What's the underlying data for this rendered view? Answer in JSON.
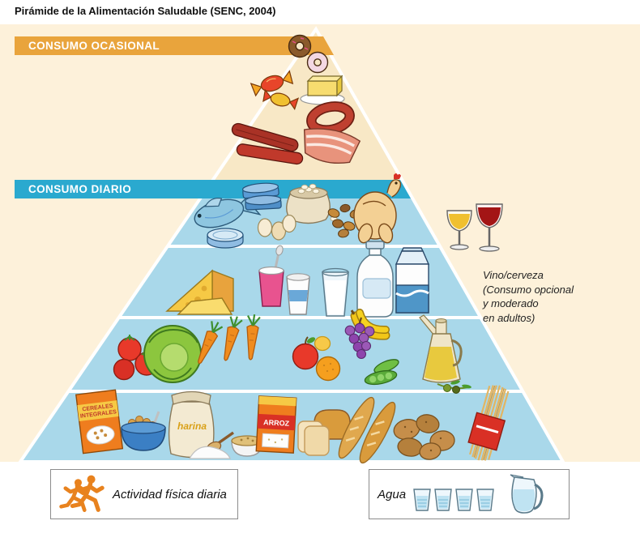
{
  "title": "Pirámide de la Alimentación Saludable (SENC, 2004)",
  "banners": {
    "ocasional": "CONSUMO OCASIONAL",
    "diario": "CONSUMO DIARIO"
  },
  "wine_note": {
    "lines": [
      "Vino/cerveza",
      "(Consumo opcional",
      "y moderado",
      "en adultos)"
    ]
  },
  "packages": {
    "cereal_line1": "CEREALES",
    "cereal_line2": "INTEGRALES",
    "flour": "harina",
    "rice": "ARROZ"
  },
  "footer": {
    "activity_label": "Actividad física diaria",
    "water_label": "Agua"
  },
  "colors": {
    "background_cream": "#fdf1da",
    "pyramid_top_band": "#f8e8c6",
    "pyramid_blue_band": "#a9d8ea",
    "banner_orange": "#e9a43c",
    "banner_blue": "#2aa9cf"
  }
}
